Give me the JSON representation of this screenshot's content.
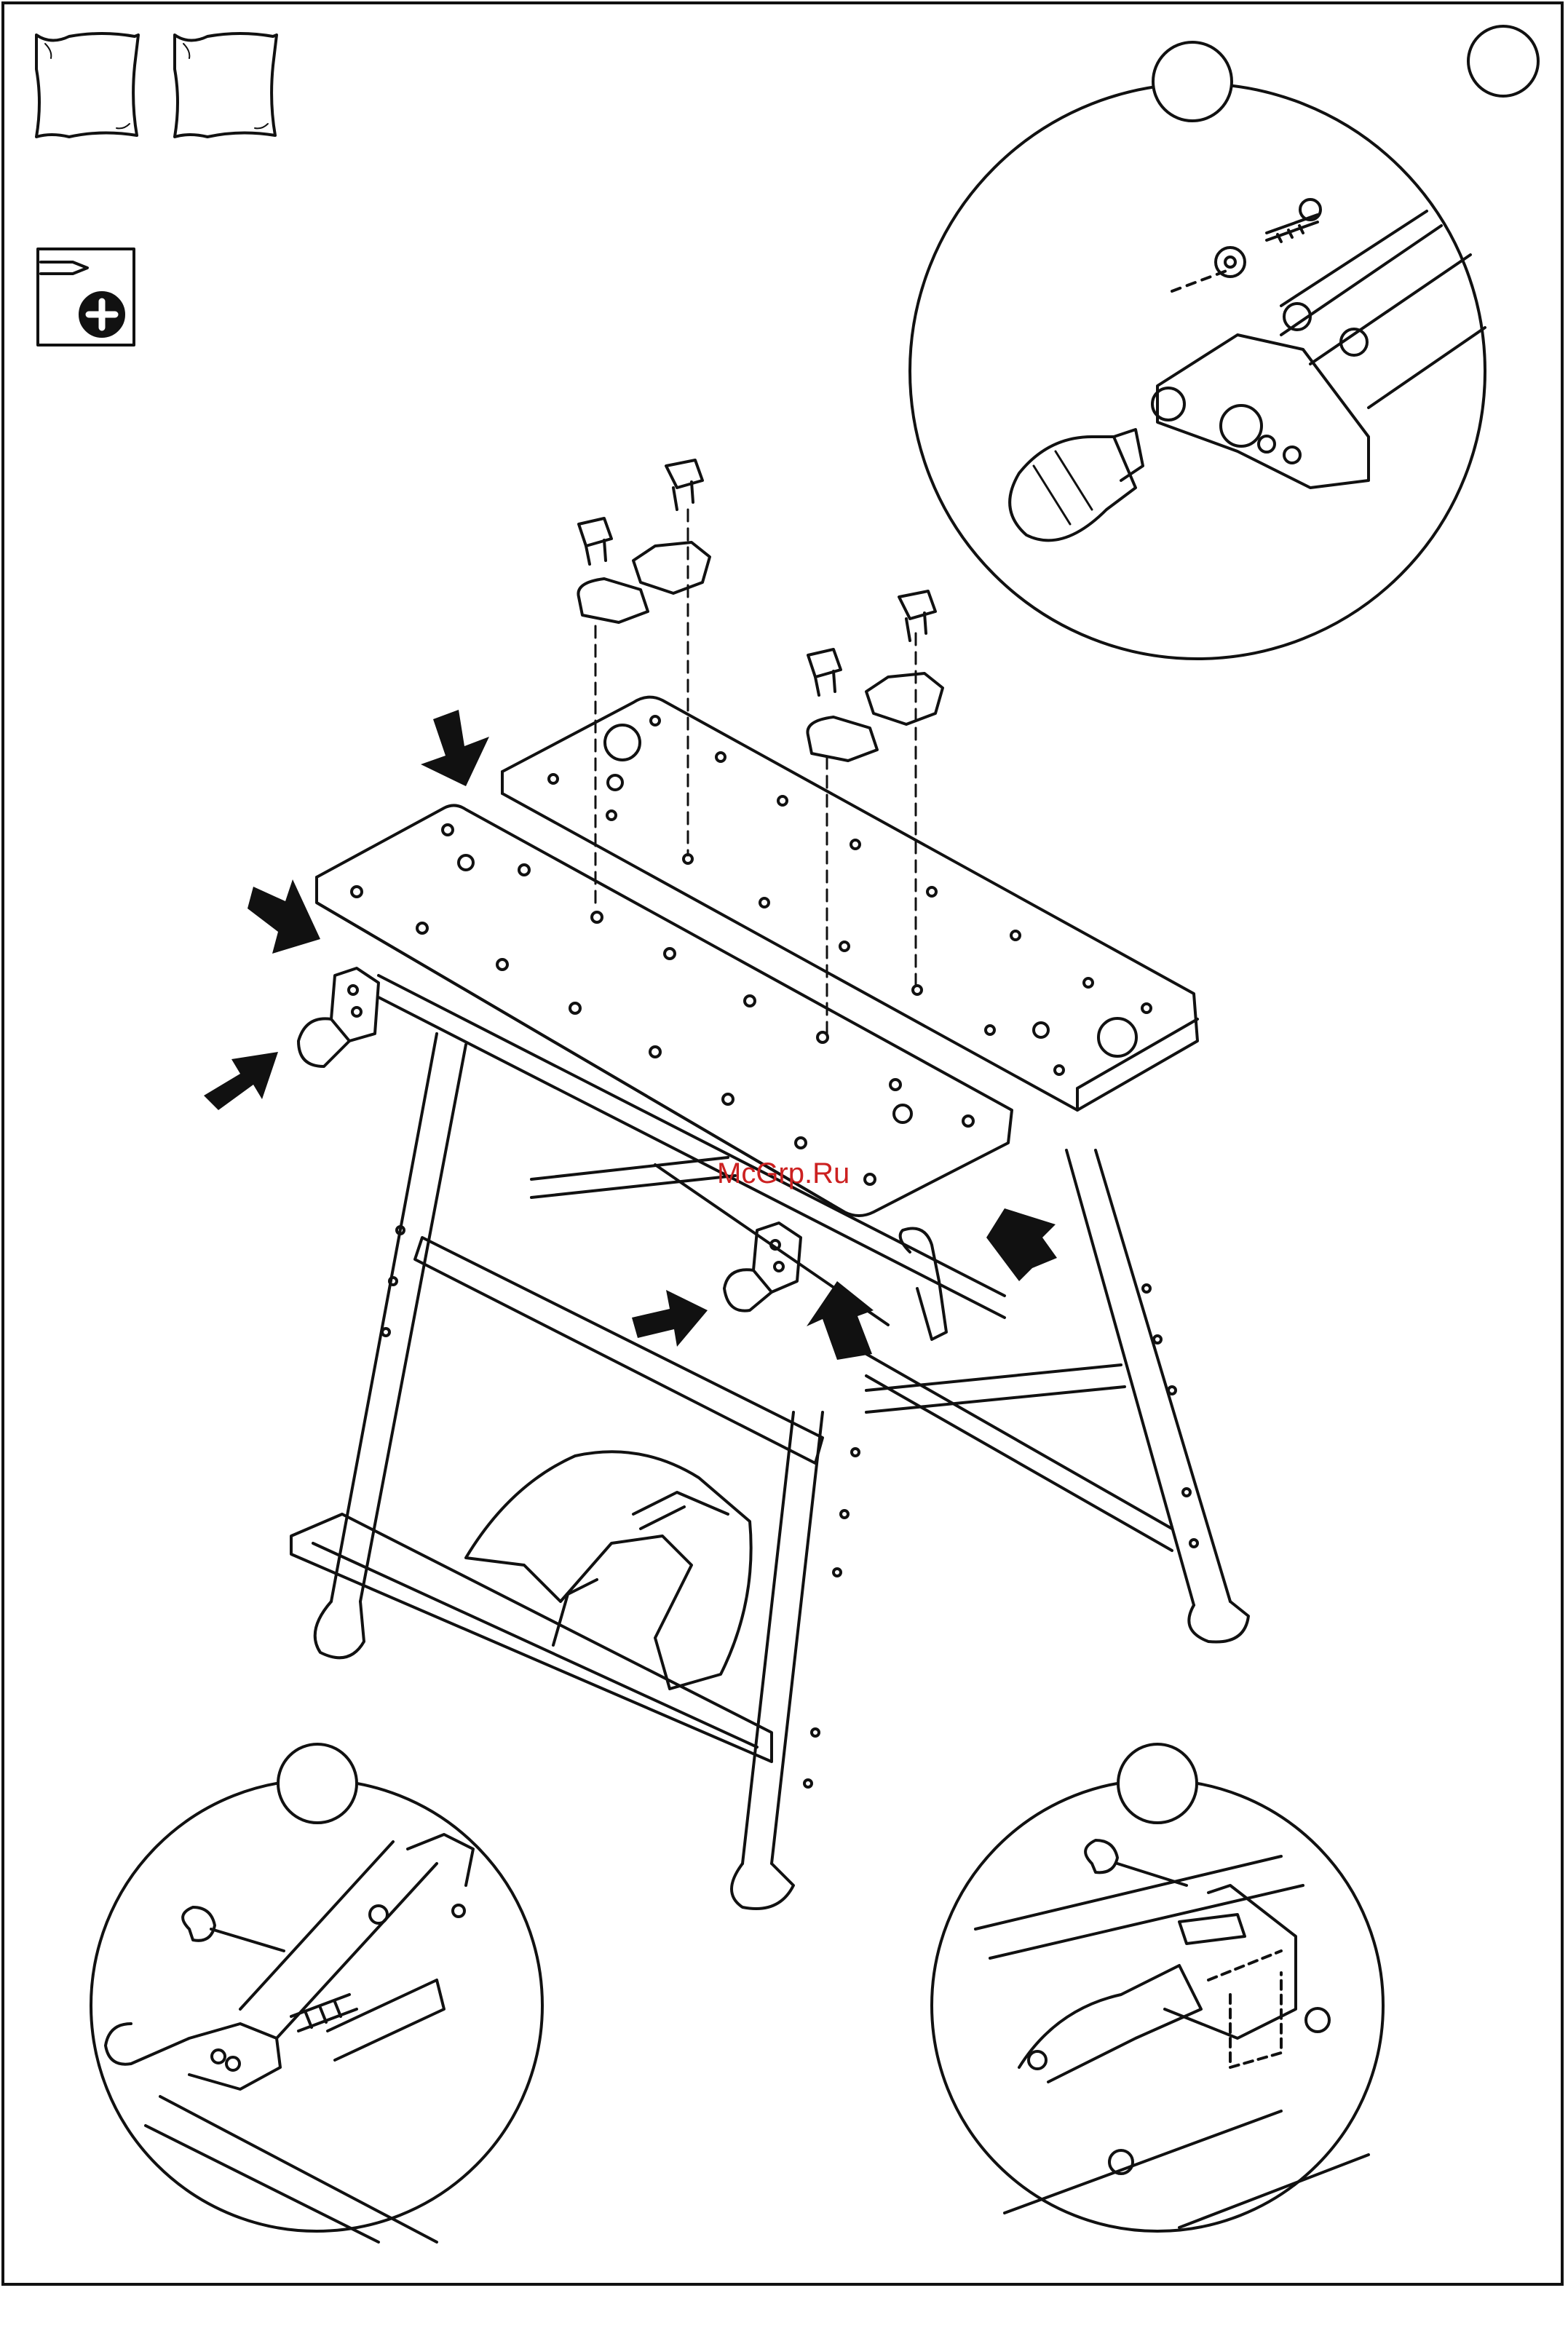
{
  "watermark": {
    "text": "McGrp.Ru",
    "color": "#cc2020"
  },
  "colors": {
    "ink": "#111111",
    "paper": "#ffffff"
  },
  "icons": {
    "top_left": [
      "pillow-icon",
      "pillow-icon"
    ],
    "tool": "phillips-screwdriver-icon",
    "callouts": [
      "detail-circle-knob",
      "detail-circle-spring",
      "detail-circle-bracket"
    ],
    "arrows": "push-arrow-icon"
  }
}
